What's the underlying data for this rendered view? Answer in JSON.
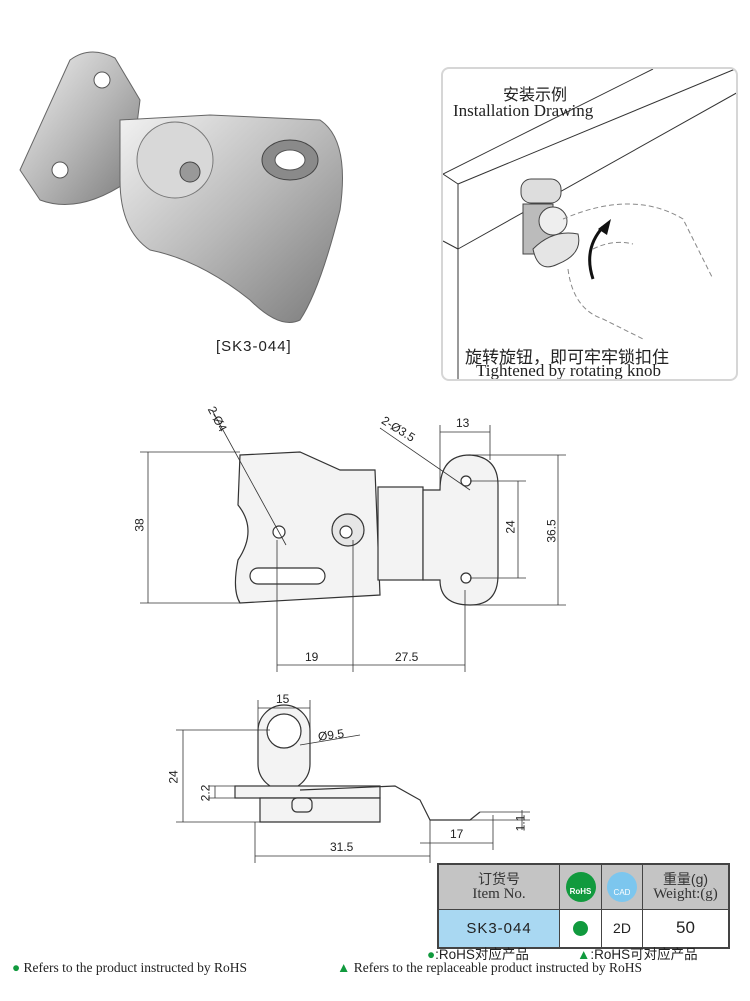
{
  "product": {
    "code_label": "[SK3-044]"
  },
  "installation": {
    "title_cn": "安装示例",
    "title_en": "Installation Drawing",
    "caption_cn": "旋转旋钮，即可牢牢锁扣住",
    "caption_en": "Tightened by rotating knob"
  },
  "front_view": {
    "hole_left": "2-Ø4",
    "hole_right": "2-Ø3.5",
    "dim_height": "38",
    "dim_plate_height": "36.5",
    "dim_hole_spacing": "24",
    "dim_plate_width": "13",
    "dim_19": "19",
    "dim_27_5": "27.5"
  },
  "side_view": {
    "dim_ring_width": "15",
    "dim_ring_dia": "Ø9.5",
    "dim_height": "24",
    "dim_thickness": "2.2",
    "dim_sheet": "1.1",
    "dim_length": "31.5",
    "dim_hook": "17"
  },
  "spec_table": {
    "item_cn": "订货号",
    "item_en": "Item No.",
    "rohs_icon_label": "RoHS",
    "cad_icon_label": "CAD",
    "weight_cn": "重量(g)",
    "weight_en": "Weight:(g)",
    "item_value": "SK3-044",
    "cad_value": "2D",
    "weight_value": "50"
  },
  "legend": {
    "rohs_cn": ":RoHS对应产品",
    "replace_cn": ":RoHS可对应产品",
    "rohs_en": "Refers to the product instructed by RoHS",
    "replace_en": "Refers to the replaceable product instructed by RoHS"
  },
  "colors": {
    "green": "#119a3e",
    "item_bg": "#a9d8f2",
    "header_bg": "#c4c4c4",
    "cad_blue": "#7cc6ee"
  }
}
